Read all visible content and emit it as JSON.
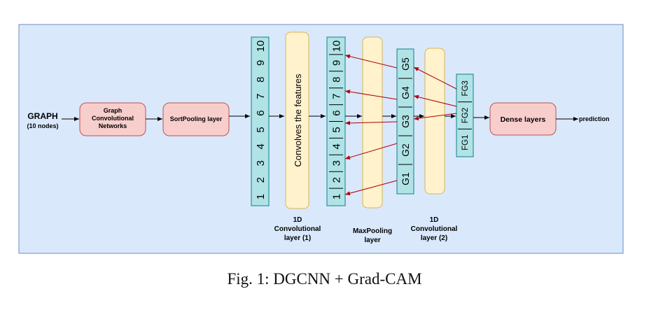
{
  "input": {
    "title": "GRAPH",
    "subtitle": "(10 nodes)"
  },
  "gcn": {
    "line1": "Graph",
    "line2": "Convolutional",
    "line3": "Networks"
  },
  "sortpool": {
    "label": "SortPooling layer"
  },
  "sorted_vector": {
    "cells": [
      "1",
      "2",
      "3",
      "4",
      "5",
      "6",
      "7",
      "8",
      "9",
      "10"
    ]
  },
  "conv1": {
    "inner": "Convolves the features",
    "line1": "1D",
    "line2": "Convolutional",
    "line3": "layer (1)"
  },
  "conv1_output": {
    "cells": [
      "1",
      "2",
      "3",
      "4",
      "5",
      "6",
      "7",
      "8",
      "9",
      "10"
    ]
  },
  "maxpool": {
    "line1": "MaxPooling",
    "line2": "layer"
  },
  "pooled": {
    "cells": [
      "G1",
      "G2",
      "G3",
      "G4",
      "G5"
    ]
  },
  "conv2": {
    "line1": "1D",
    "line2": "Convolutional",
    "line3": "layer (2)"
  },
  "conv2_output": {
    "cells": [
      "FG1",
      "FG2",
      "FG3"
    ]
  },
  "dense": {
    "label": "Dense layers"
  },
  "output": {
    "label": "prediction"
  },
  "caption": "Fig. 1: DGCNN + Grad-CAM",
  "colors": {
    "panel_bg": "#dae8fc",
    "panel_border": "#6c8ebf",
    "pink_fill": "#f8cecc",
    "pink_border": "#b85450",
    "teal_fill": "#b0e3e6",
    "teal_border": "#0e8088",
    "yellow_fill": "#fff2cc",
    "yellow_border": "#d6b656",
    "arrow": "#000000",
    "gradcam_arrow": "#b20000"
  }
}
